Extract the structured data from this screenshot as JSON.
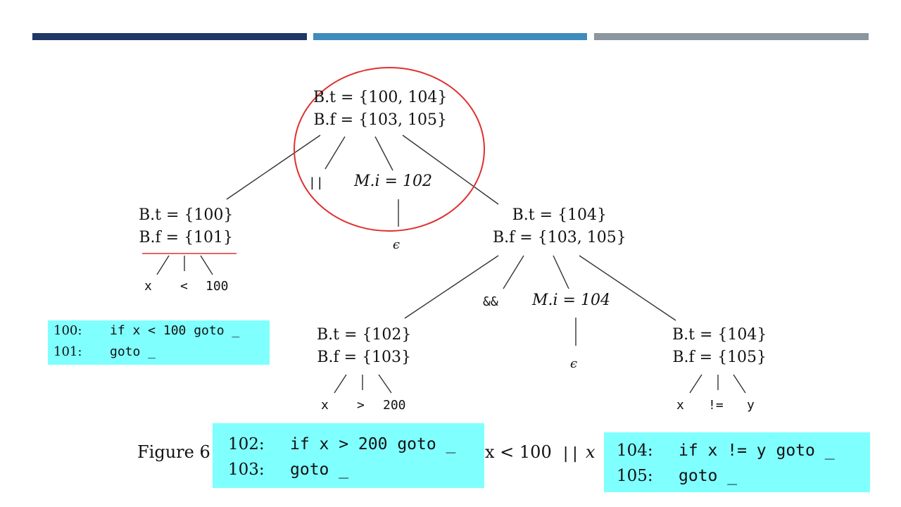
{
  "root": {
    "bt": "B.t = {100, 104}",
    "bf": "B.f = {103, 105}"
  },
  "or_op": "||",
  "m1": "M.i = 102",
  "eps1": "ϵ",
  "left": {
    "bt": "B.t = {100}",
    "bf": "B.f = {101}",
    "x": "x",
    "op": "<",
    "val": "100"
  },
  "right": {
    "bt": "B.t = {104}",
    "bf": "B.f = {103, 105}"
  },
  "and_op": "&&",
  "m2": "M.i = 104",
  "eps2": "ϵ",
  "rl": {
    "bt": "B.t = {102}",
    "bf": "B.f = {103}",
    "x": "x",
    "op": ">",
    "val": "200"
  },
  "rr": {
    "bt": "B.t = {104}",
    "bf": "B.f = {105}",
    "x": "x",
    "op": "!=",
    "val": "y"
  },
  "code1": [
    {
      "num": "100:",
      "code": "if x < 100 goto _"
    },
    {
      "num": "101:",
      "code": "goto _"
    }
  ],
  "code2": [
    {
      "num": "102:",
      "code": "if x > 200 goto _"
    },
    {
      "num": "103:",
      "code": "goto _"
    }
  ],
  "code3": [
    {
      "num": "104:",
      "code": "if x != y goto _"
    },
    {
      "num": "105:",
      "code": "goto _"
    }
  ],
  "caption": {
    "left": "Figure 6",
    "mid": "x < 100",
    "or": "||",
    "x": "x"
  },
  "colors": {
    "bar1": "#1f3864",
    "bar2": "#3e8cbc",
    "bar3": "#8c969e",
    "highlight": "#80ffff",
    "circle": "#e03030"
  }
}
